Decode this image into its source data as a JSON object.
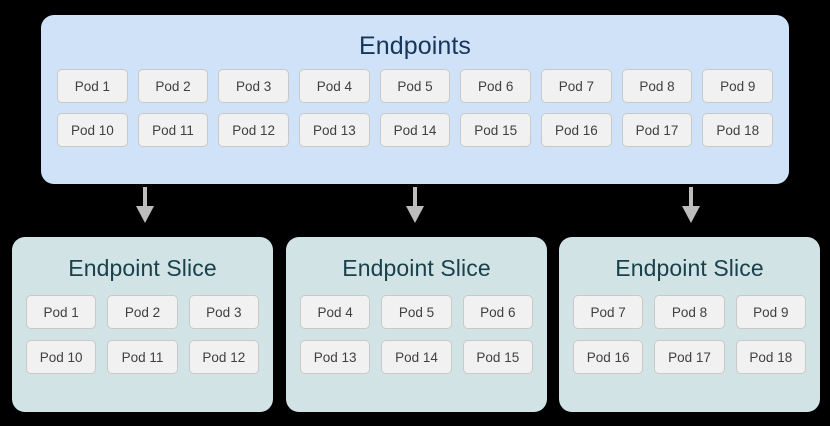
{
  "diagram": {
    "type": "kubernetes-endpoints-to-endpointslice",
    "background_color": "#000000"
  },
  "endpoints": {
    "title": "Endpoints",
    "title_color": "#16365c",
    "panel_color": "#cfe2f7",
    "rows": [
      [
        "Pod 1",
        "Pod 2",
        "Pod 3",
        "Pod 4",
        "Pod 5",
        "Pod 6",
        "Pod 7",
        "Pod 8",
        "Pod 9"
      ],
      [
        "Pod 10",
        "Pod 11",
        "Pod 12",
        "Pod 13",
        "Pod 14",
        "Pod 15",
        "Pod 16",
        "Pod 17",
        "Pod 18"
      ]
    ]
  },
  "arrows": [
    {
      "name": "arrow-to-slice-1",
      "direction": "down",
      "color": "#bdbdbd"
    },
    {
      "name": "arrow-to-slice-2",
      "direction": "down",
      "color": "#bdbdbd"
    },
    {
      "name": "arrow-to-slice-3",
      "direction": "down",
      "color": "#bdbdbd"
    }
  ],
  "slices": [
    {
      "title": "Endpoint Slice",
      "rows": [
        [
          "Pod 1",
          "Pod 2",
          "Pod 3"
        ],
        [
          "Pod 10",
          "Pod 11",
          "Pod 12"
        ]
      ]
    },
    {
      "title": "Endpoint Slice",
      "rows": [
        [
          "Pod 4",
          "Pod 5",
          "Pod 6"
        ],
        [
          "Pod 13",
          "Pod 14",
          "Pod 15"
        ]
      ]
    },
    {
      "title": "Endpoint Slice",
      "rows": [
        [
          "Pod 7",
          "Pod 8",
          "Pod 9"
        ],
        [
          "Pod 16",
          "Pod 17",
          "Pod 18"
        ]
      ]
    }
  ],
  "slice_style": {
    "panel_color": "#d2e3e6",
    "title_color": "#18414c"
  },
  "chip_style": {
    "background": "#f1f1f1",
    "border": "#c9c9c9",
    "text_color": "#404040"
  }
}
